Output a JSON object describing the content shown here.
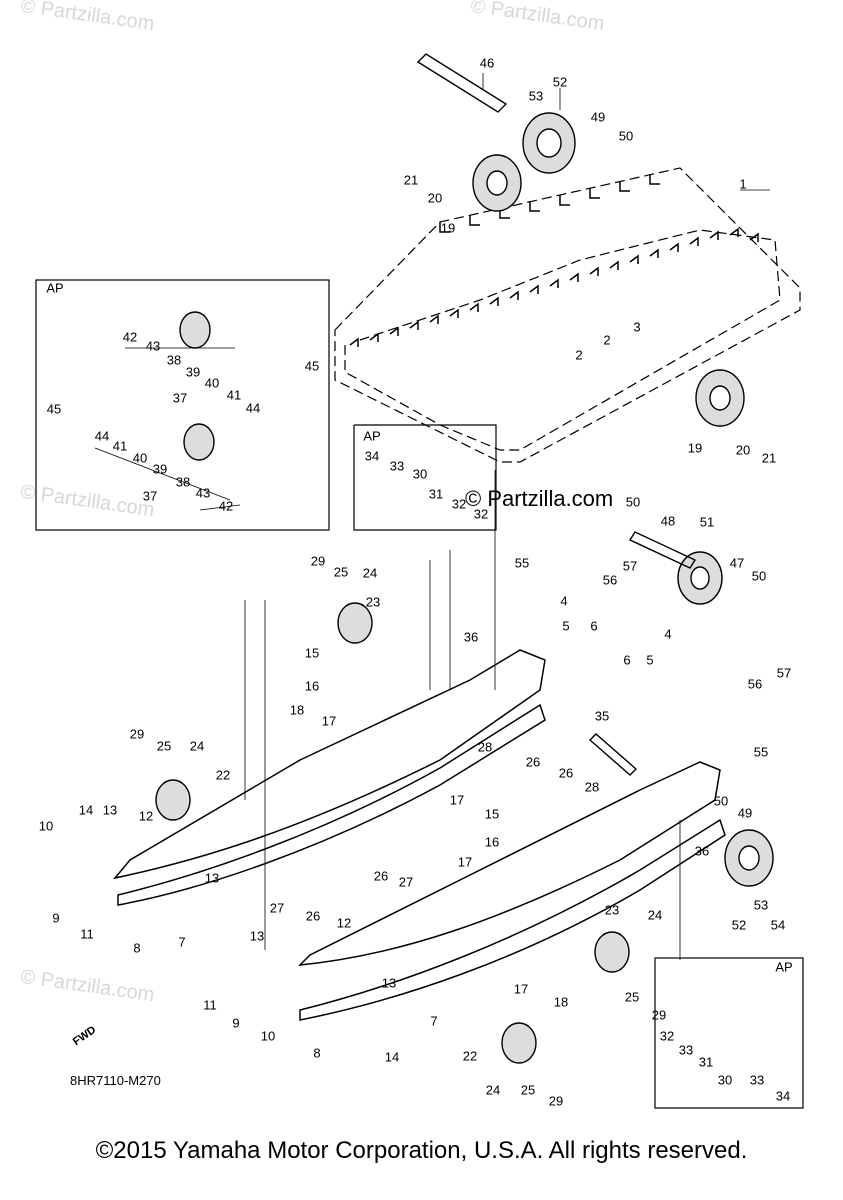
{
  "diagram": {
    "code": "8HR7110-M270",
    "copyright": "©2015 Yamaha Motor Corporation, U.S.A. All rights reserved.",
    "partzilla_mark": "© Partzilla.com",
    "watermark": "© Partzilla.com",
    "fwd_label": "FWD",
    "ap_label": "AP",
    "callouts": [
      "46",
      "52",
      "53",
      "49",
      "50",
      "21",
      "20",
      "19",
      "1",
      "3",
      "2",
      "2",
      "42",
      "43",
      "38",
      "39",
      "40",
      "41",
      "44",
      "45",
      "37",
      "45",
      "44",
      "41",
      "40",
      "39",
      "38",
      "43",
      "42",
      "37",
      "19",
      "20",
      "21",
      "34",
      "33",
      "30",
      "31",
      "32",
      "32",
      "50",
      "48",
      "51",
      "47",
      "50",
      "55",
      "57",
      "56",
      "29",
      "25",
      "24",
      "23",
      "15",
      "16",
      "18",
      "17",
      "4",
      "5",
      "6",
      "4",
      "6",
      "5",
      "36",
      "35",
      "57",
      "56",
      "55",
      "29",
      "25",
      "24",
      "22",
      "28",
      "26",
      "26",
      "28",
      "14",
      "13",
      "12",
      "10",
      "13",
      "9",
      "11",
      "8",
      "7",
      "27",
      "26",
      "17",
      "15",
      "16",
      "17",
      "50",
      "49",
      "36",
      "53",
      "54",
      "52",
      "26",
      "27",
      "12",
      "23",
      "24",
      "13",
      "13",
      "11",
      "9",
      "10",
      "8",
      "7",
      "14",
      "17",
      "18",
      "25",
      "29",
      "22",
      "24",
      "25",
      "29",
      "32",
      "33",
      "31",
      "30",
      "33",
      "34"
    ]
  }
}
